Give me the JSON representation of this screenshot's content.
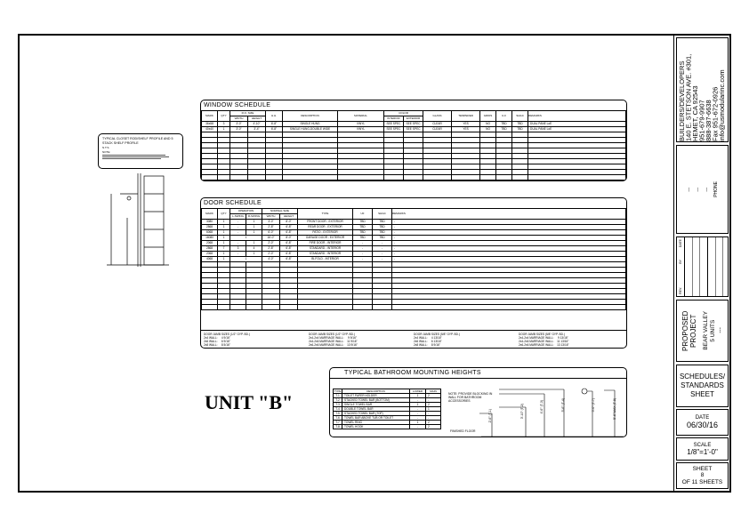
{
  "window_schedule": {
    "title": "WINDOW SCHEDULE",
    "headers": {
      "mark": "MARK",
      "qty": "QTY",
      "ro": "R.O. SIZE",
      "width": "WIDTH",
      "height": "HEIGHT",
      "hh": "H.H.",
      "desc": "DESCRIPTION",
      "material": "MATERIAL",
      "color": "COLOR",
      "interior": "INTERIOR",
      "exterior": "EXTERIOR",
      "glass": "GLASS",
      "tempered": "TEMPERED",
      "grids": "GRIDS",
      "uf": "U-F",
      "shgc": "SHGC",
      "remarks": "REMARKS"
    },
    "rows": [
      [
        "36x58",
        "3",
        "3'-0\"",
        "4'-10\"",
        "6'-8\"",
        "SINGLE HUNG",
        "VINYL",
        "SEE SPEC",
        "SEE SPEC",
        "CLEAR",
        "YES",
        "NO",
        "TBD",
        "TBD",
        "DUAL PANE LoE"
      ],
      [
        "40x40",
        "1",
        "3'-0\"",
        "3'-4\"",
        "6'-8\"",
        "SINGLE HUNG-DOUBLE WIDE",
        "VINYL",
        "SEE SPEC",
        "SEE SPEC",
        "CLEAR",
        "YES",
        "NO",
        "TBD",
        "TBD",
        "DUAL PANE LoE"
      ]
    ]
  },
  "door_schedule": {
    "title": "DOOR SCHEDULE",
    "headers": {
      "mark": "MARK",
      "qty": "QTY",
      "operation": "OPERATION",
      "lswing": "L-SWING",
      "rswing": "R-SWING",
      "nominal": "NOMINAL SIZE",
      "width": "WIDTH",
      "height": "HEIGHT",
      "type": "TYPE",
      "uf": "UF",
      "shgc": "SHGC",
      "remarks": "REMARKS"
    },
    "rows": [
      [
        "3080",
        "1",
        "-",
        "1",
        "3'-0\"",
        "8'-0\"",
        "FRONT DOOR - EXTERIOR",
        "TBD",
        "TBD",
        "-"
      ],
      [
        "2868",
        "1",
        "-",
        "1",
        "2'-8\"",
        "6'-8\"",
        "REAR DOOR - EXTERIOR",
        "TBD",
        "TBD",
        "-"
      ],
      [
        "6068",
        "1",
        "-",
        "1",
        "6'-0\"",
        "6'-8\"",
        "PATIO - EXTERIOR",
        "TBD",
        "TBD",
        "-"
      ],
      [
        "16080",
        "1",
        "1",
        "",
        "16'-0\"",
        "8'-0\"",
        "GARAGE DOOR - EXTERIOR",
        "TBD",
        "TBD",
        "-"
      ],
      [
        "2068",
        "1",
        "-",
        "1",
        "2'-0\"",
        "6'-8\"",
        "FIRE DOOR - INTERIOR",
        "-",
        "-",
        "-"
      ],
      [
        "2868",
        "7",
        "3",
        "4",
        "2'-8\"",
        "6'-8\"",
        "STANDARD - INTERIOR",
        "-",
        "-",
        "-"
      ],
      [
        "2068",
        "1",
        "-",
        "1",
        "2'-0\"",
        "6'-8\"",
        "STANDARD - INTERIOR",
        "-",
        "-",
        "-"
      ],
      [
        "4068",
        "1",
        "1",
        "",
        "4'-0\"",
        "6'-8\"",
        "BI-FOLD - INTERIOR",
        "-",
        "-",
        "-"
      ]
    ],
    "jamb_notes": [
      "DOOR JAMB SIZES (1/2\" GYP. BD.)\n2x4 WALL:     4 9/16\"\n2x6 WALL:     6 9/16\"\n2x8 WALL:     8 5/16\"",
      "DOOR JAMB SIZES (1/2\" GYP. BD.)\n2x4-2x4 MARRIAGE WALL:     9 9/16\"\n2x4-2x6 MARRIAGE WALL:    11 9/16\"\n2x6-2x6 MARRIAGE WALL:    13 9/16\"",
      "DOOR JAMB SIZES (5/8\" GYP. BD.)\n2x4 WALL:     4 13/16\"\n2x6 WALL:     6 13/16\"\n2x8 WALL:     8 9/16\"",
      "DOOR JAMB SIZES (5/8\" GYP. BD.)\n2x4-2x4 MARRIAGE WALL:     9 13/16\"\n2x4-2x6 MARRIAGE WALL:    11 13/16\"\n2x6-2x6 MARRIAGE WALL:    13 13/16\""
    ]
  },
  "bathroom": {
    "title": "TYPICAL BATHROOM MOUNTING HEIGHTS",
    "headers": [
      "TYPE",
      "DESCRIPTION",
      "LOWER",
      "MAIN"
    ],
    "rows": [
      [
        "T-1",
        "TOILET PAPER HOLDER",
        "1",
        "2"
      ],
      [
        "T-2",
        "STACKED TOWEL BAR (BOTTOM)",
        "-",
        "-"
      ],
      [
        "T-3",
        "SINGLE TOWEL BAR",
        "1",
        "2"
      ],
      [
        "T-4",
        "DOUBLE TOWEL BAR",
        "-",
        "1"
      ],
      [
        "T-5",
        "STACKED TOWEL BAR (TOP)",
        "-",
        "-"
      ],
      [
        "T-6",
        "TOWEL BAR ABOVE TUB OR TOILET",
        "-",
        "-"
      ],
      [
        "T-7",
        "TOWEL RING",
        "1",
        "2"
      ],
      [
        "T-8",
        "TOWEL HOOK",
        "-",
        "2"
      ]
    ],
    "note": "NOTE: PROVIDE BLOCKING IN WALL FOR BATHROOM ACCESSORIES",
    "floor": "FINISHED FLOOR",
    "dims": [
      "2'-6\" (T-1)",
      "3'-10\" (T-2)",
      "4'-6\" (T-3)",
      "5'-6\" (T-4)",
      "5'-0\" (T-7)",
      "5'-6\" MAX (T-8)"
    ]
  },
  "closet": {
    "title": "TYPICAL CLOSET ROD/SHELF PROFILE AND 5 STACK SHELF PROFILE",
    "scale": "N.T.S.",
    "note": "NOTE:"
  },
  "unit_label": "UNIT \"B\"",
  "title_block": {
    "company": [
      "BUILDERS/DEVELOPERS",
      "140 E. STETSON AVE. #301,",
      "HEMET, CA 92543",
      "951-679-9907",
      "888-387-6638",
      "Fax 951-672-0926",
      "info@usmodularinc.com"
    ],
    "contact": [
      "---",
      "---",
      "---",
      "PHONE"
    ],
    "rev": [
      "REV.",
      "BY",
      "DATE"
    ],
    "project_label": "PROPOSED PROJECT",
    "project": [
      "BEAR VALLEY",
      "5 UNITS",
      "---"
    ],
    "sheet_title": [
      "SCHEDULES/",
      "STANDARDS",
      "SHEET"
    ],
    "date_label": "DATE",
    "date": "06/30/16",
    "scale_label": "SCALE",
    "scale": "1/8\"=1'-0\"",
    "sheet_label": "SHEET",
    "sheet_no": "8",
    "sheet_of": "OF 11 SHEETS"
  }
}
